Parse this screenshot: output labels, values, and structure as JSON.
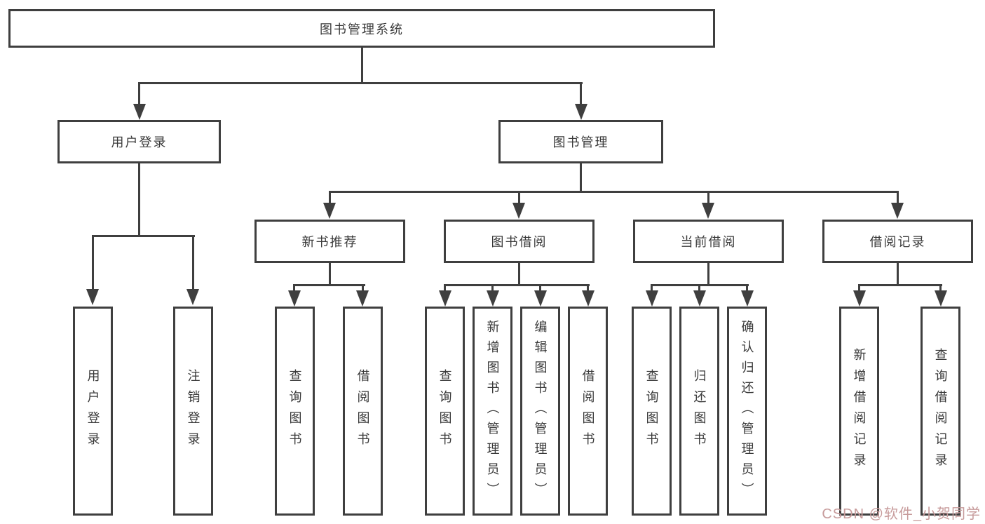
{
  "diagram": {
    "title": "图书管理系统",
    "modules": [
      {
        "label": "用户登录",
        "children": [
          {
            "label": "用户登录"
          },
          {
            "label": "注销登录"
          }
        ]
      },
      {
        "label": "图书管理",
        "submodules": [
          {
            "label": "新书推荐",
            "children": [
              {
                "label": "查询图书"
              },
              {
                "label": "借阅图书"
              }
            ]
          },
          {
            "label": "图书借阅",
            "children": [
              {
                "label": "查询图书"
              },
              {
                "label": "新增图书（管理员）"
              },
              {
                "label": "编辑图书（管理员）"
              },
              {
                "label": "借阅图书"
              }
            ]
          },
          {
            "label": "当前借阅",
            "children": [
              {
                "label": "查询图书"
              },
              {
                "label": "归还图书"
              },
              {
                "label": "确认归还（管理员）"
              }
            ]
          },
          {
            "label": "借阅记录",
            "children": [
              {
                "label": "新增借阅记录"
              },
              {
                "label": "查询借阅记录"
              }
            ]
          }
        ]
      }
    ]
  },
  "watermark": {
    "text": "CSDN @软件_小贺同学"
  },
  "colors": {
    "line": "#3f3f3f",
    "text": "#3a3a3a",
    "background": "#ffffff",
    "watermark": "#c79b9b"
  }
}
